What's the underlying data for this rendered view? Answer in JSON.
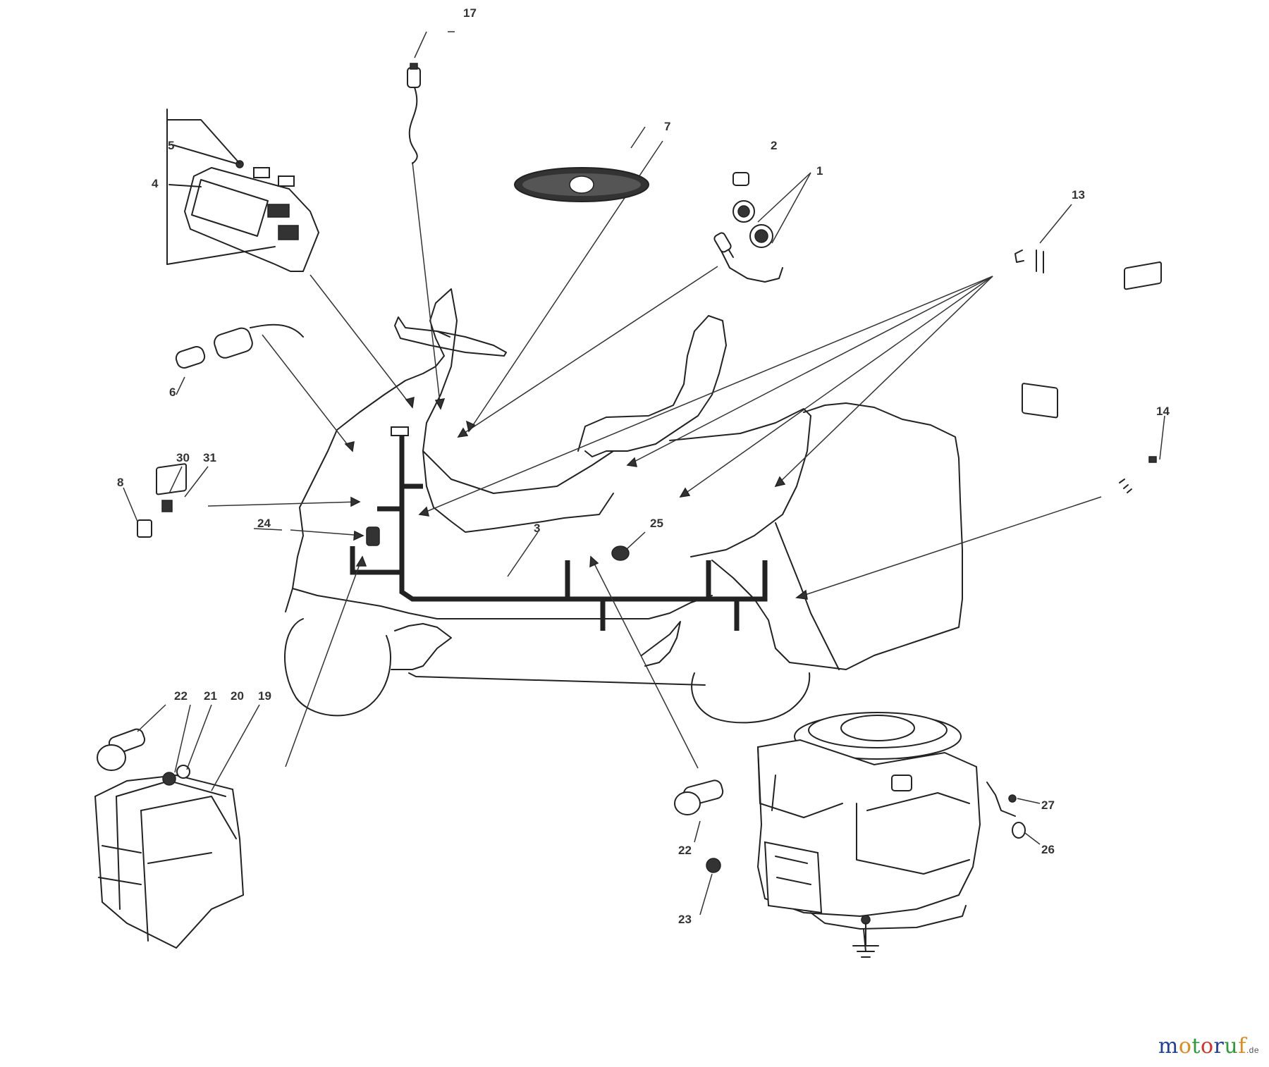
{
  "diagram": {
    "part_labels": [
      {
        "id": "17",
        "text": "17"
      },
      {
        "id": "7",
        "text": "7"
      },
      {
        "id": "2",
        "text": "2"
      },
      {
        "id": "1",
        "text": "1"
      },
      {
        "id": "13",
        "text": "13"
      },
      {
        "id": "5",
        "text": "5"
      },
      {
        "id": "4",
        "text": "4"
      },
      {
        "id": "6",
        "text": "6"
      },
      {
        "id": "30",
        "text": "30"
      },
      {
        "id": "31",
        "text": "31"
      },
      {
        "id": "8",
        "text": "8"
      },
      {
        "id": "24",
        "text": "24"
      },
      {
        "id": "3",
        "text": "3"
      },
      {
        "id": "25",
        "text": "25"
      },
      {
        "id": "14",
        "text": "14"
      },
      {
        "id": "22a",
        "text": "22"
      },
      {
        "id": "21",
        "text": "21"
      },
      {
        "id": "20",
        "text": "20"
      },
      {
        "id": "19",
        "text": "19"
      },
      {
        "id": "22b",
        "text": "22"
      },
      {
        "id": "23",
        "text": "23"
      },
      {
        "id": "27",
        "text": "27"
      },
      {
        "id": "26",
        "text": "26"
      }
    ]
  },
  "watermark": {
    "letters": [
      "m",
      "o",
      "t",
      "o",
      "r",
      "u",
      "f"
    ],
    "colors": [
      "#1f3f9a",
      "#e08a1a",
      "#2e9a3a",
      "#d6322a",
      "#1f3f9a",
      "#2e9a3a",
      "#e08a1a"
    ],
    "tld": ".de"
  }
}
